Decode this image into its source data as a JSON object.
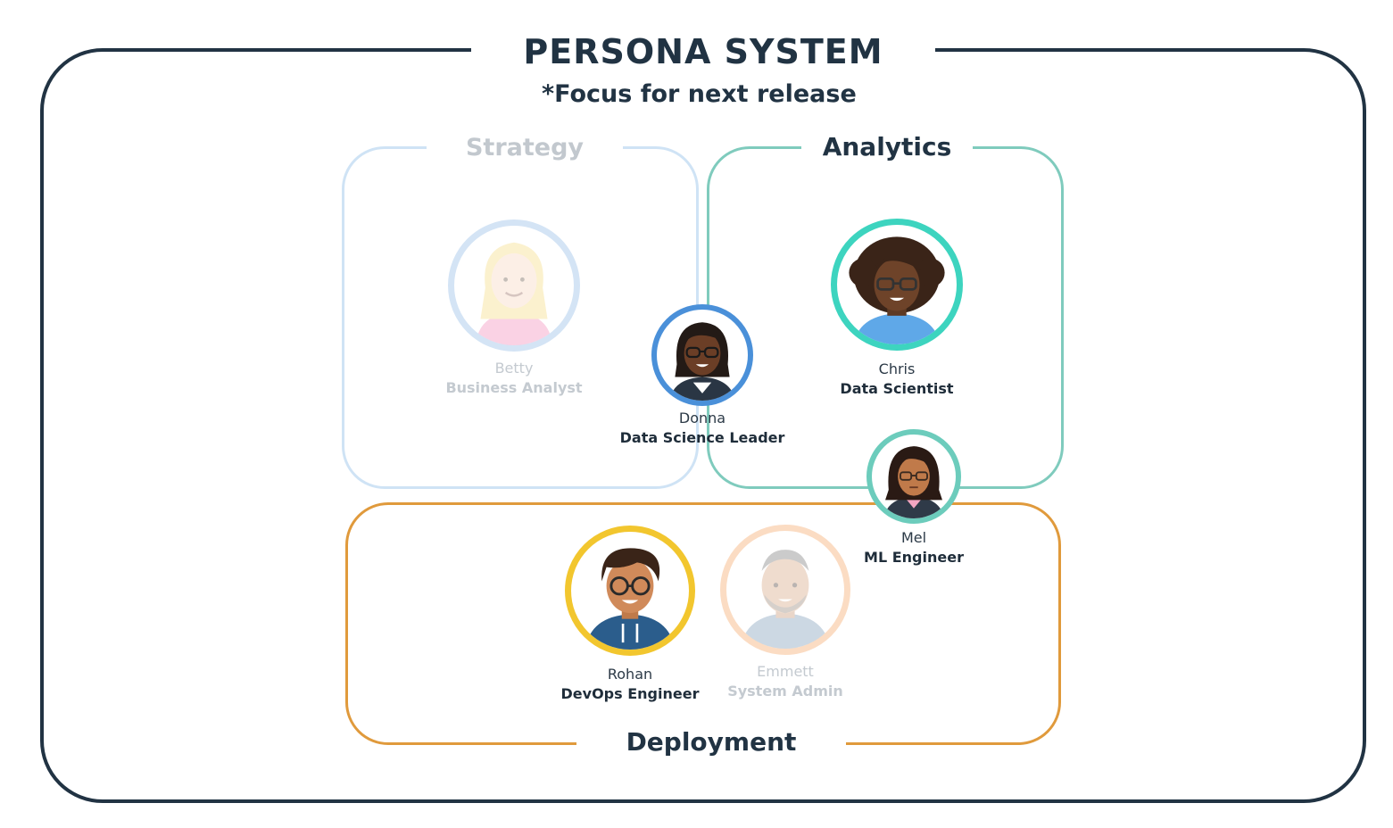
{
  "header": {
    "title": "PERSONA SYSTEM",
    "subtitle": "*Focus for next release"
  },
  "groups": {
    "strategy": {
      "label": "Strategy",
      "color": "#cfe3f5",
      "faded": true
    },
    "analytics": {
      "label": "Analytics",
      "color": "#7fcbbd"
    },
    "deployment": {
      "label": "Deployment",
      "color": "#e09a3c"
    }
  },
  "personas": {
    "betty": {
      "name": "Betty",
      "role": "Business Analyst",
      "ring": "#d4e4f5",
      "faded": true
    },
    "donna": {
      "name": "Donna",
      "role": "Data Science Leader",
      "ring": "#4a90d9"
    },
    "chris": {
      "name": "Chris",
      "role": "Data Scientist",
      "ring": "#3dd4bf"
    },
    "mel": {
      "name": "Mel",
      "role": "ML Engineer",
      "ring": "#6cccbc"
    },
    "rohan": {
      "name": "Rohan",
      "role": "DevOps Engineer",
      "ring": "#f2c62e"
    },
    "emmett": {
      "name": "Emmett",
      "role": "System Admin",
      "ring": "#fbdcc3",
      "faded": true
    }
  }
}
